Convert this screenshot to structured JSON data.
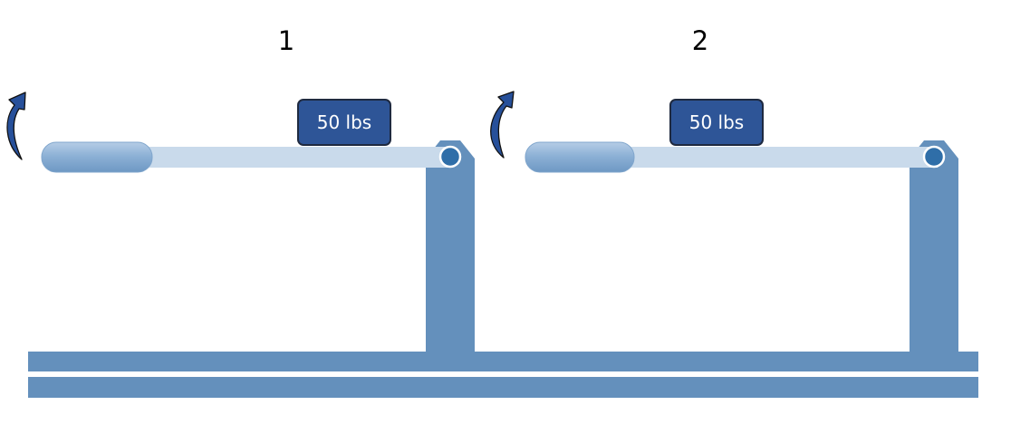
{
  "diagram": {
    "levers": [
      {
        "number": "1",
        "weight": "50 lbs"
      },
      {
        "number": "2",
        "weight": "50 lbs"
      }
    ]
  },
  "colors": {
    "frame": "#6490BC",
    "lever_bar": "#C9DAEB",
    "lever_handle": "#8DB1D6",
    "pivot": "#2F6EA8",
    "weight_box": "#2E5597",
    "weight_border": "#1F2A40",
    "arrow": "#27509A"
  },
  "icons": [
    "curved-up-arrow-icon",
    "pivot-pin-icon"
  ]
}
